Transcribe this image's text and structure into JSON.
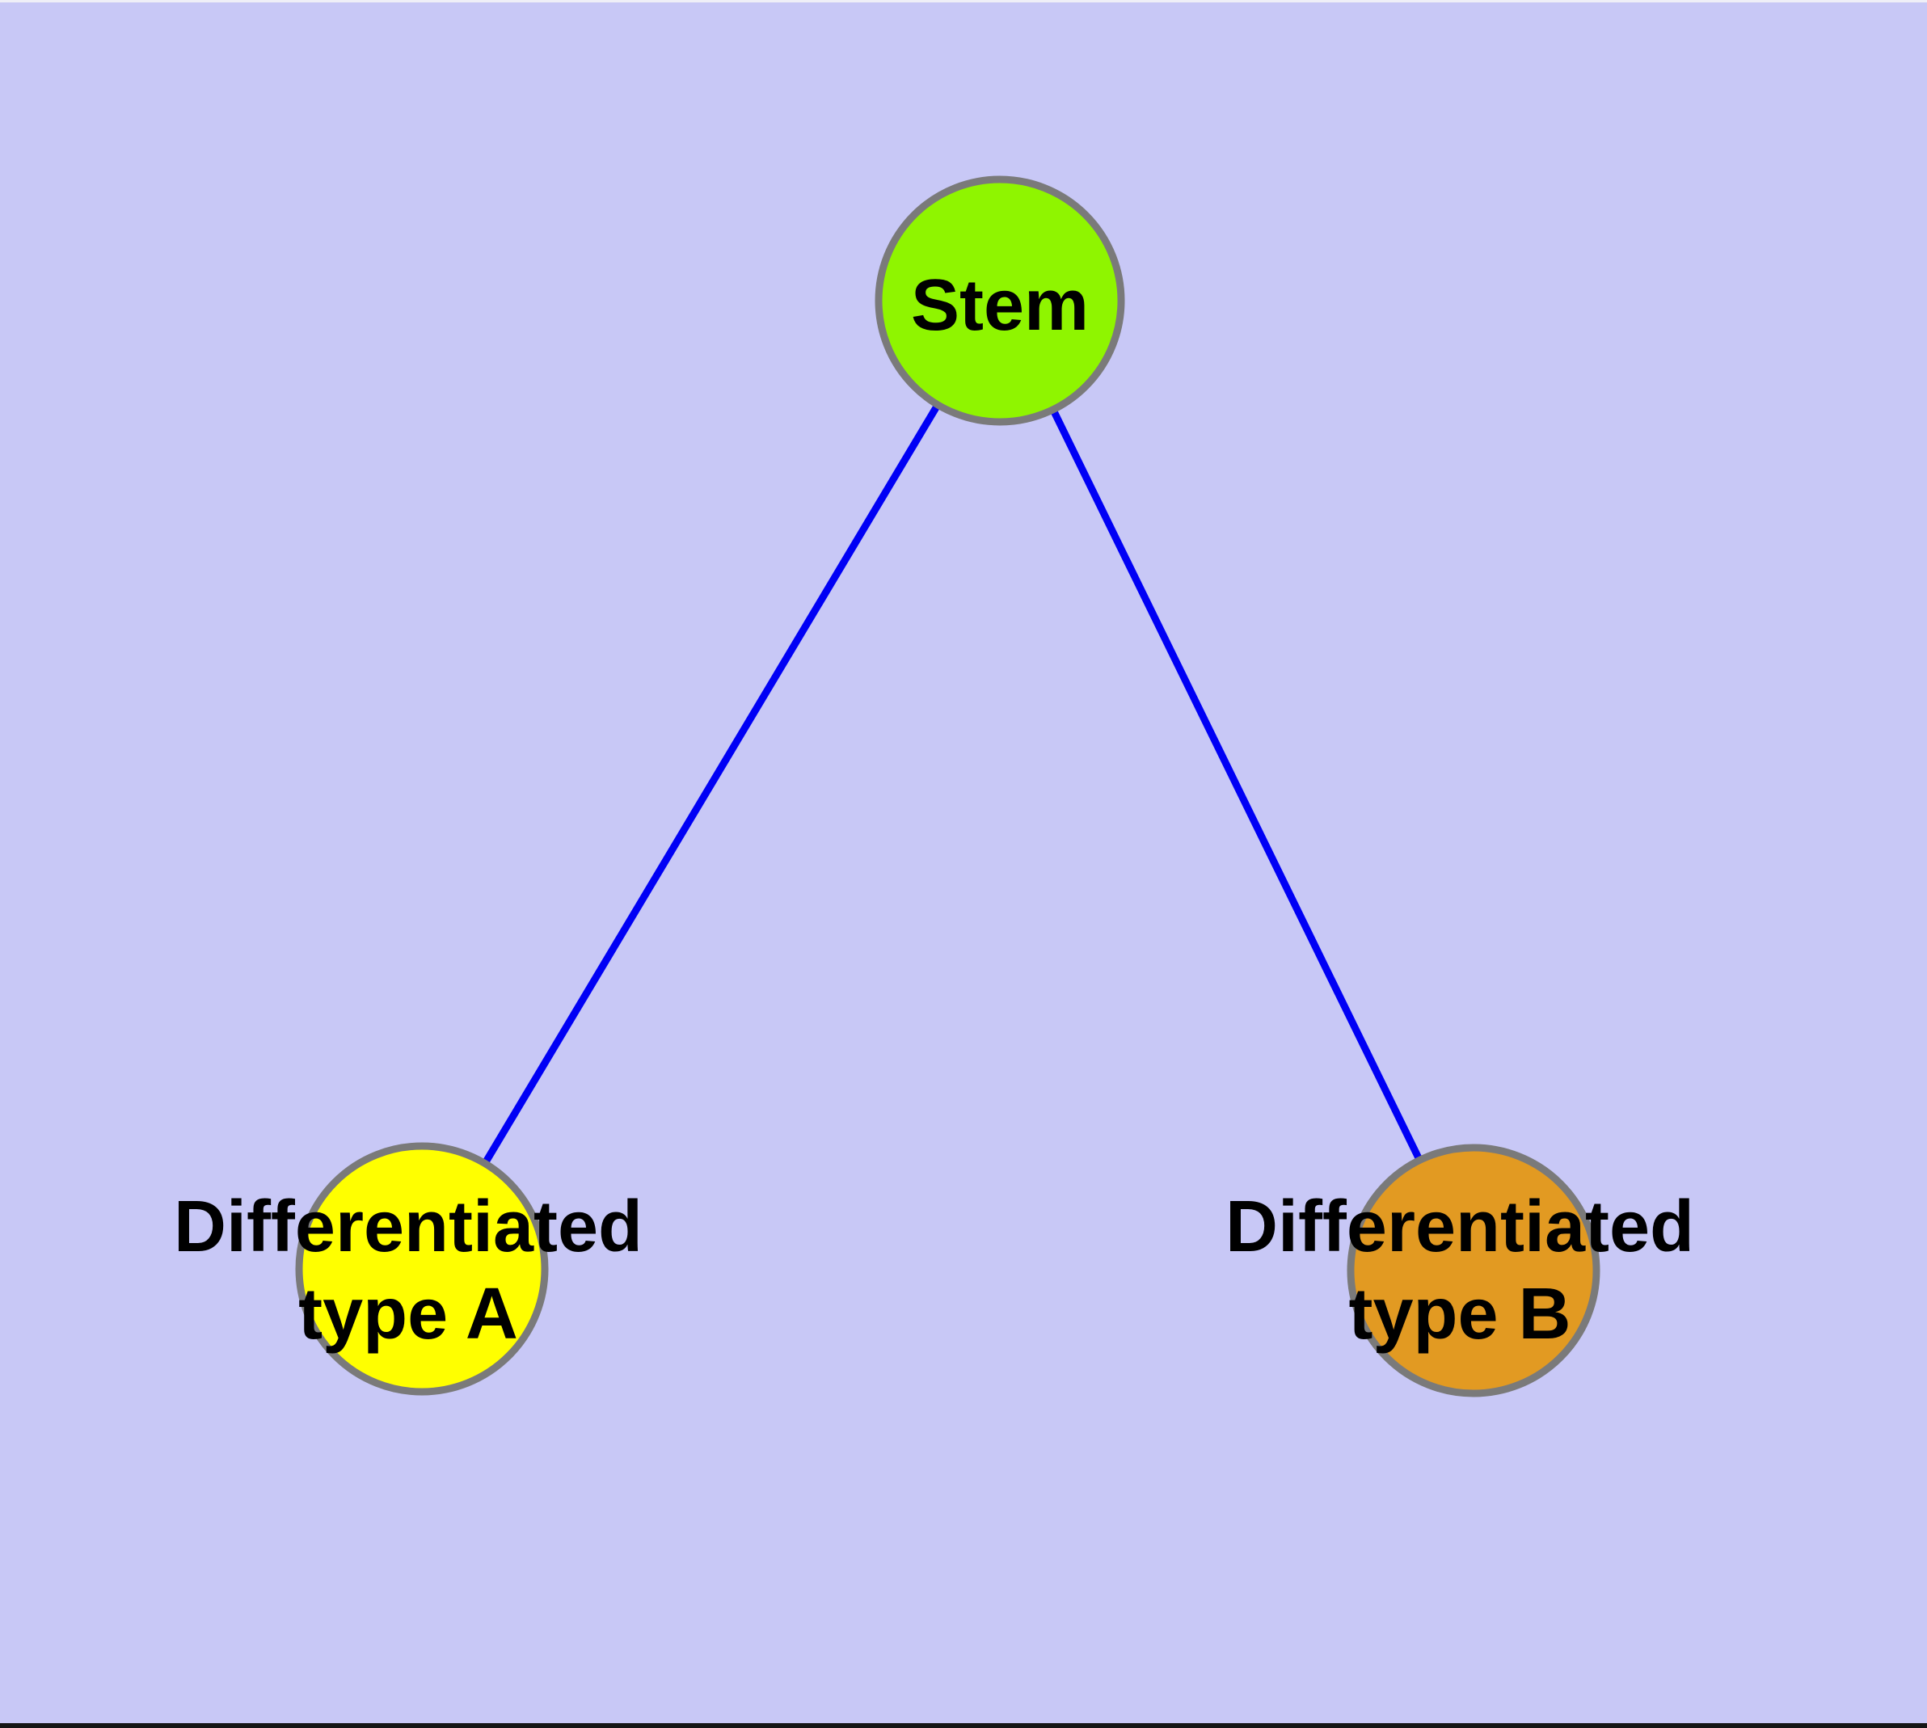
{
  "diagram": {
    "type": "graph",
    "description_nodes": 3,
    "description_edges": 2
  },
  "colors": {
    "background": "#C8C8F6",
    "edge": "#0000F5",
    "node_border": "#7A7A7A",
    "label": "#000000",
    "top_edge_strip": "#EFEFF7",
    "bottom_edge_strip": "#151515"
  },
  "nodes": {
    "stem": {
      "label": "Stem",
      "color": "#8FF500"
    },
    "type_a": {
      "label_lines": [
        "Differentiated",
        "type A"
      ],
      "color": "#FFFF00"
    },
    "type_b": {
      "label_lines": [
        "Differentiated",
        "type B"
      ],
      "color": "#E29A22"
    }
  },
  "edges": [
    {
      "from": "Stem",
      "to": "Differentiated type A"
    },
    {
      "from": "Stem",
      "to": "Differentiated type B"
    }
  ]
}
